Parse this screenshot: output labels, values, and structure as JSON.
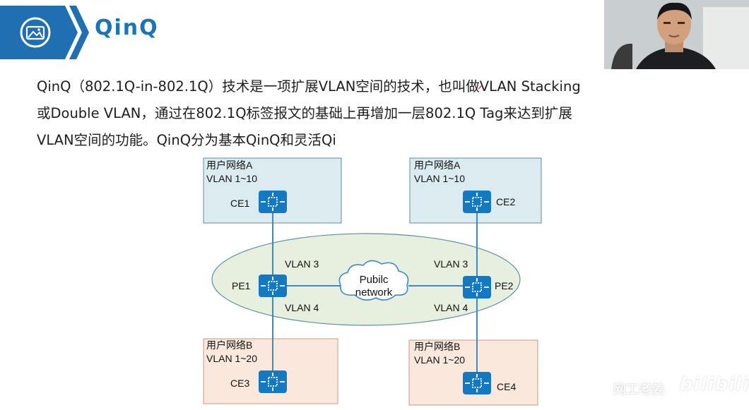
{
  "slide": {
    "title": "QinQ",
    "body_lines": [
      "QinQ（802.1Q-in-802.1Q）技术是一项扩展VLAN空间的技术，也叫做VLAN Stacking",
      "或Double VLAN，通过在802.1Q标签报文的基础上再增加一层802.1Q Tag来达到扩展",
      "VLAN空间的功能。QinQ分为基本QinQ和灵活Qi"
    ]
  },
  "diagram": {
    "site_top_left": {
      "title": "用户网络A",
      "vlan": "VLAN 1~10",
      "device": "CE1"
    },
    "site_top_right": {
      "title": "用户网络A",
      "vlan": "VLAN 1~10",
      "device": "CE2"
    },
    "site_bottom_left": {
      "title": "用户网络B",
      "vlan": "VLAN 1~20",
      "device": "CE3"
    },
    "site_bottom_right": {
      "title": "用户网络B",
      "vlan": "VLAN 1~20",
      "device": "CE4"
    },
    "pe1": {
      "label": "PE1",
      "vlan_top": "VLAN 3",
      "vlan_bottom": "VLAN 4"
    },
    "pe2": {
      "label": "PE2",
      "vlan_top": "VLAN 3",
      "vlan_bottom": "VLAN 4"
    },
    "cloud": {
      "line1": "Pubilc",
      "line2": "network"
    }
  },
  "overlay": {
    "watermark_text": "网工老姜",
    "brand": "bilibili"
  },
  "colors": {
    "title_blue": "#1a74b8",
    "banner_blue": "#1f6fb2",
    "site_a_fill": "#dcebf0",
    "site_b_fill": "#fbe8dc",
    "ellipse_fill": "#e7efde",
    "device_fill": "#1479c3"
  },
  "icons": [
    "image-icon",
    "switch-icon",
    "cloud-icon"
  ]
}
